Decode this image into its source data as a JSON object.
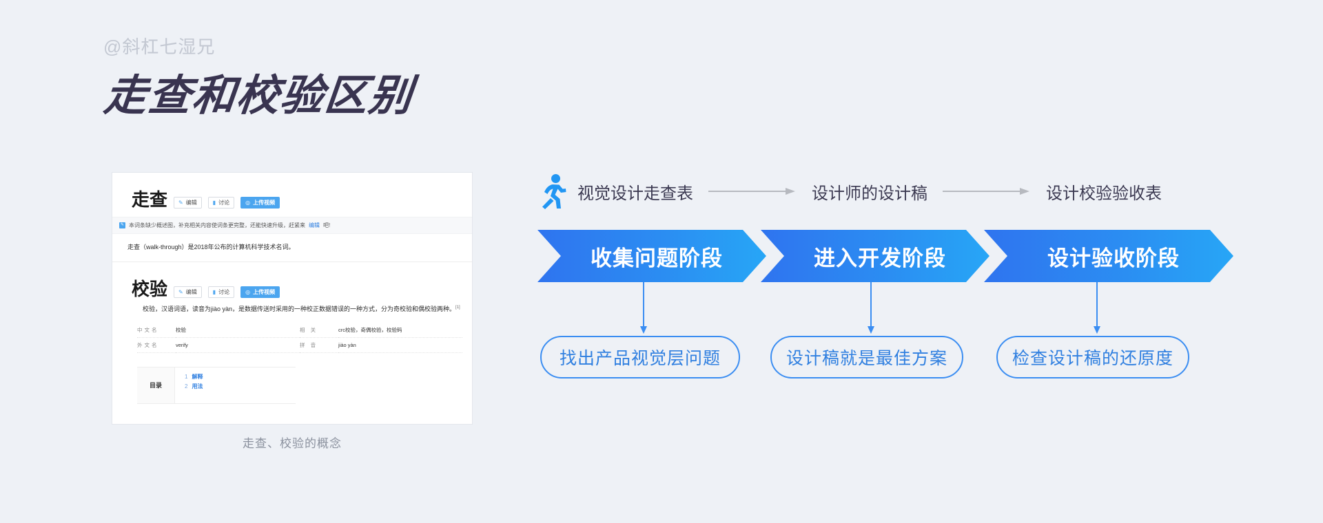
{
  "watermark": "@斜杠七湿兄",
  "page_title": "走查和校验区别",
  "colors": {
    "background": "#eef1f6",
    "title": "#393450",
    "accent_blue": "#2f7fe0",
    "chevron_gradient_start": "#2f74ef",
    "chevron_gradient_end": "#27a6f6",
    "caption_gray": "#8b919e"
  },
  "left_panel": {
    "caption": "走查、校验的概念",
    "entries": [
      {
        "title": "走查",
        "buttons": [
          {
            "label": "编辑",
            "icon": "pencil-icon",
            "primary": false
          },
          {
            "label": "讨论",
            "icon": "comment-icon",
            "primary": false
          },
          {
            "label": "上传视频",
            "icon": "upload-circle-icon",
            "primary": true
          }
        ],
        "notice": {
          "icon": "edit-badge-icon",
          "text_before": "本词条缺少概述图，补充相关内容使词条更完整，还能快速升级，赶紧来",
          "link": "编辑",
          "text_after": "吧!"
        },
        "paragraph": "走查（walk-through）是2018年公布的计算机科学技术名词。"
      },
      {
        "title": "校验",
        "buttons": [
          {
            "label": "编辑",
            "icon": "pencil-icon",
            "primary": false
          },
          {
            "label": "讨论",
            "icon": "comment-icon",
            "primary": false
          },
          {
            "label": "上传视频",
            "icon": "upload-circle-icon",
            "primary": true
          }
        ],
        "paragraph": "校验，汉语词语，读音为jiào yàn，是数据传送时采用的一种校正数据错误的一种方式，分为奇校验和偶校验两种。",
        "paragraph_ref": "[1]",
        "info_table": [
          {
            "key1": "中文名",
            "val1": "校验",
            "key2": "相  关",
            "val2": "crc校验，奇偶校验，校验码"
          },
          {
            "key1": "外文名",
            "val1": "verify",
            "key2": "拼  音",
            "val2": "jiào yàn"
          }
        ],
        "toc": {
          "label": "目录",
          "items": [
            {
              "num": "1",
              "text": "解释"
            },
            {
              "num": "2",
              "text": "用法"
            }
          ]
        }
      }
    ]
  },
  "flow": {
    "top_row": {
      "icon": "running-person-icon",
      "steps": [
        "视觉设计走查表",
        "设计师的设计稿",
        "设计校验验收表"
      ],
      "arrow_icon": "arrow-right-icon"
    },
    "stages": [
      "收集问题阶段",
      "进入开发阶段",
      "设计验收阶段"
    ],
    "connector_icon": "arrow-down-icon",
    "outcomes": [
      "找出产品视觉层问题",
      "设计稿就是最佳方案",
      "检查设计稿的还原度"
    ]
  }
}
